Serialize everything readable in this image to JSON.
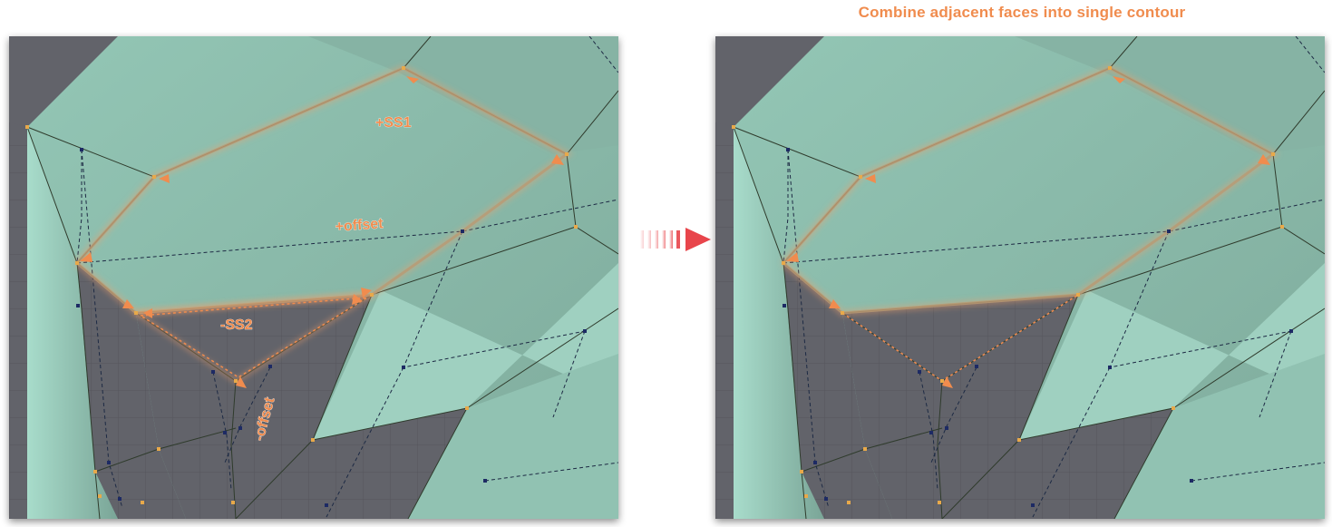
{
  "title": "Combine adjacent faces into single contour",
  "left_panel": {
    "labels": {
      "ss1": "+SS1",
      "offset_pos": "+offset",
      "ss2": "-SS2",
      "offset_neg": "-offset"
    }
  },
  "colors": {
    "face": "#8ab6a8",
    "face_light": "#a4d6c6",
    "background": "#62636a",
    "grid": "#55565c",
    "edge": "#2f3b2c",
    "vertex": "#e8a94a",
    "accent": "#f08c4e",
    "arrow": "#e8454b"
  }
}
